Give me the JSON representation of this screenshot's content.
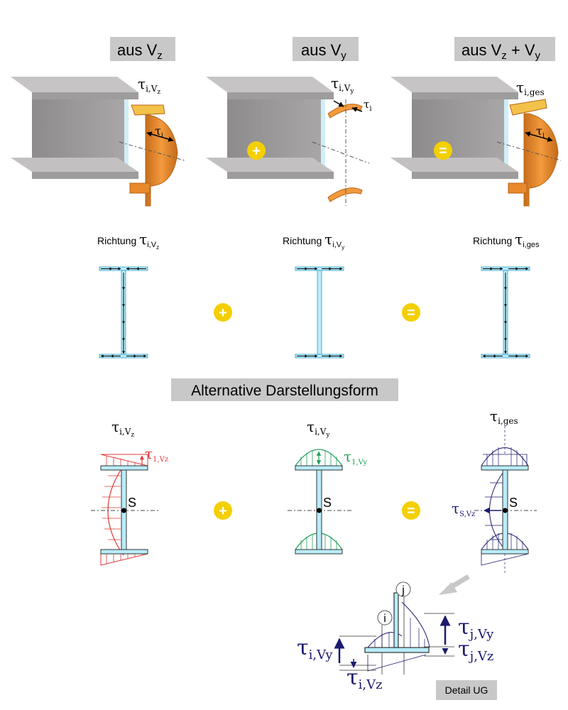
{
  "colors": {
    "steel_top": "#b5b3b3",
    "steel_side": "#7f7d7d",
    "steel_front": "#9a9898",
    "orange": "#ef8e2c",
    "orange_dark": "#b96418",
    "yellow": "#f4cf00",
    "web_cyan": "#b8ecfb",
    "web_stroke": "#2d9cc4",
    "red": "#e03a3a",
    "green": "#22a05a",
    "navy": "#1c1a6e",
    "label_box": "#c8c8c8"
  },
  "top": {
    "headers": [
      {
        "base": "aus V",
        "sub": "z",
        "rest": ""
      },
      {
        "base": "aus V",
        "sub": "y",
        "rest": ""
      },
      {
        "base": "aus V",
        "sub": "z",
        "rest": " + V",
        "sub2": "y"
      }
    ],
    "stress_labels": [
      {
        "sym": "τ",
        "sub": "i,V",
        "subsub": "z"
      },
      {
        "sym": "τ",
        "sub": "i,V",
        "subsub": "y"
      },
      {
        "sym": "τ",
        "sub": "i,ges",
        "subsub": ""
      }
    ],
    "tau_i": {
      "sym": "τ",
      "sub": "i"
    },
    "plus_symbol": "+",
    "equals_symbol": "="
  },
  "direction": {
    "prefix": "Richtung",
    "labels": [
      {
        "sym": "τ",
        "sub": "i,V",
        "subsub": "z"
      },
      {
        "sym": "τ",
        "sub": "i,V",
        "subsub": "y"
      },
      {
        "sym": "τ",
        "sub": "i,ges",
        "subsub": ""
      }
    ]
  },
  "alternative": {
    "title": "Alternative Darstellungsform",
    "labels": [
      {
        "sym": "τ",
        "sub": "i,V",
        "subsub": "z"
      },
      {
        "sym": "τ",
        "sub": "i,V",
        "subsub": "y"
      },
      {
        "sym": "τ",
        "sub": "i,ges",
        "subsub": ""
      }
    ],
    "tau1_vz": {
      "sym": "τ",
      "sub": "1,Vz"
    },
    "tau1_vy": {
      "sym": "τ",
      "sub": "1,Vy"
    },
    "s_label": "S",
    "tau_s_vz": {
      "sym": "τ",
      "sub": "S,Vz"
    }
  },
  "detail": {
    "point_i": "i",
    "point_j": "j",
    "tau_j_vy": {
      "sym": "τ",
      "sub": "j,Vy"
    },
    "tau_j_vz": {
      "sym": "τ",
      "sub": "j,Vz"
    },
    "tau_i_vy": {
      "sym": "τ",
      "sub": "i,Vy"
    },
    "tau_i_vz": {
      "sym": "τ",
      "sub": "i,Vz"
    },
    "caption": "Detail UG"
  }
}
